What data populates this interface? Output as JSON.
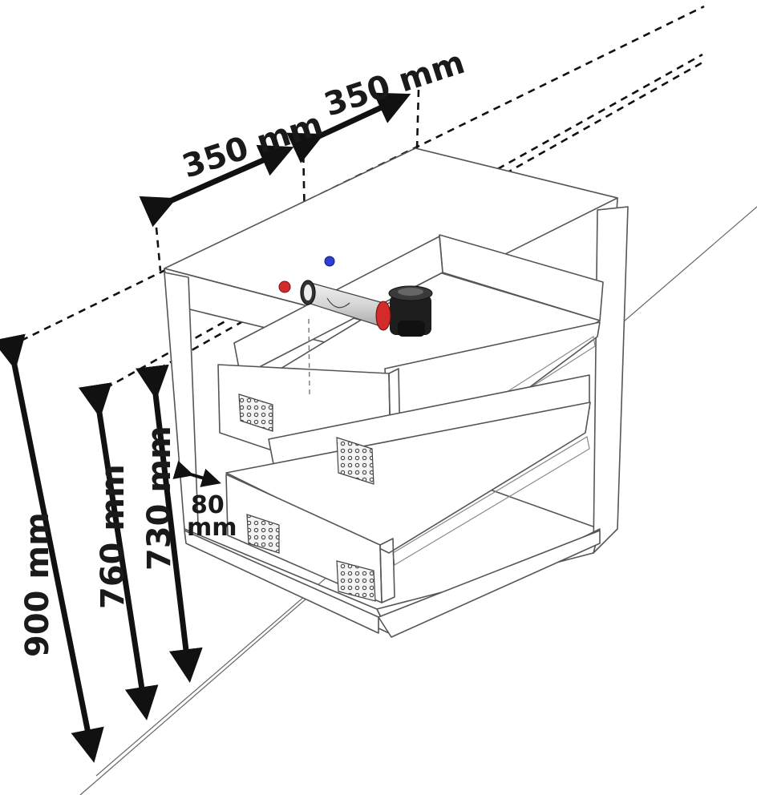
{
  "dimensions": {
    "width_left": "350 mm",
    "width_right": "350 mm",
    "height_900": "900 mm",
    "height_760": "760 mm",
    "height_730": "730 mm",
    "depth_value": "80",
    "depth_unit": "mm"
  },
  "colors": {
    "line": "#111111",
    "edge": "#555555",
    "hot_valve": "#d32a2a",
    "cold_valve": "#2a3fd3",
    "siphon": "#1e1e1e"
  }
}
